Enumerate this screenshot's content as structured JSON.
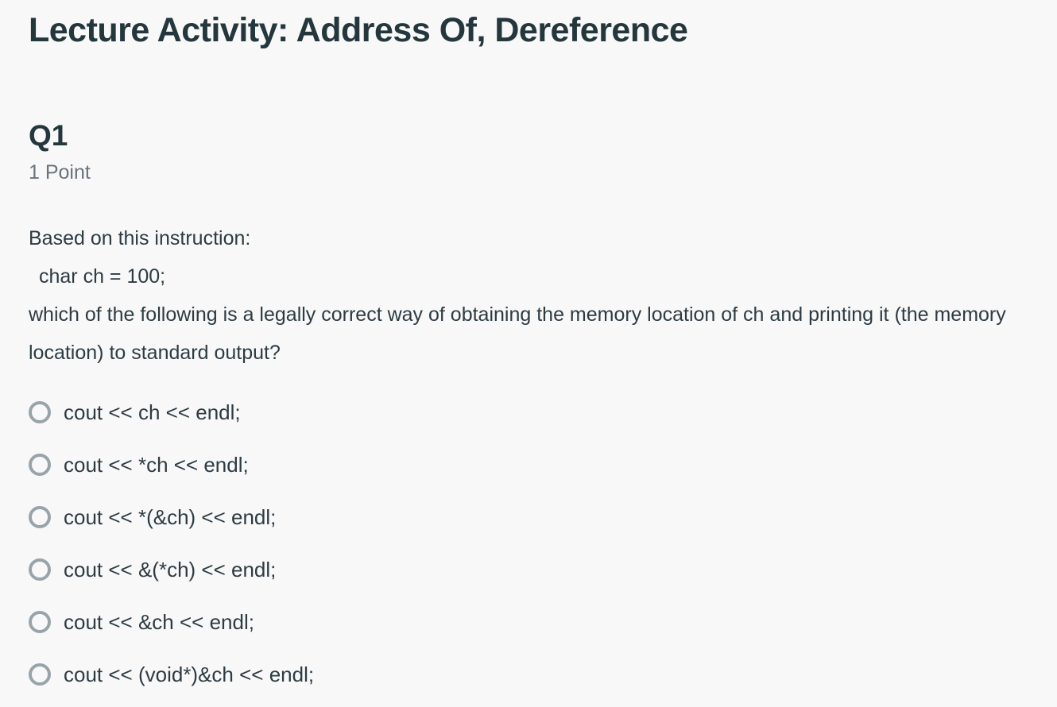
{
  "page": {
    "title": "Lecture Activity: Address Of, Dereference"
  },
  "question": {
    "number": "Q1",
    "points": "1 Point",
    "prompt_intro": "Based on this instruction:",
    "code_line": "char ch = 100;",
    "prompt_main": "which of the following is a legally correct way of obtaining the memory location of ch and printing it (the memory location) to standard output?",
    "options": [
      {
        "label": "cout << ch << endl;",
        "selected": false
      },
      {
        "label": "cout << *ch << endl;",
        "selected": false
      },
      {
        "label": "cout << *(&ch) << endl;",
        "selected": false
      },
      {
        "label": "cout << &(*ch) << endl;",
        "selected": false
      },
      {
        "label": "cout << &ch << endl;",
        "selected": false
      },
      {
        "label": "cout << (void*)&ch << endl;",
        "selected": false
      }
    ]
  },
  "colors": {
    "background": "#f8f8f9",
    "heading_text": "#23373c",
    "body_text": "#2d3b42",
    "muted_text": "#6a737b",
    "radio_ring": "#98a4aa"
  }
}
